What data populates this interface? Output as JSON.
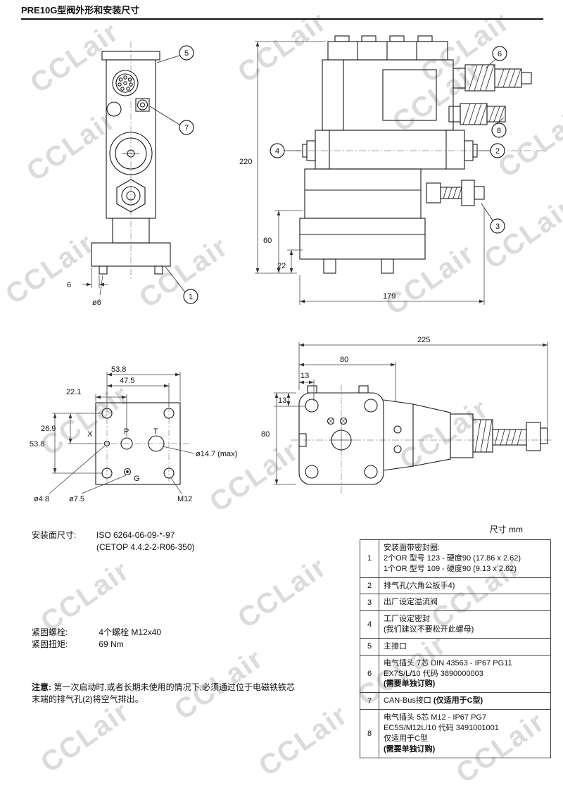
{
  "page": {
    "title": "PRE10G型阀外形和安装尺寸",
    "watermark": "CCLair"
  },
  "front_view": {
    "callout_5": "5",
    "callout_7": "7",
    "callout_1": "1",
    "dim_6": "6",
    "dim_d6": "ø6"
  },
  "side_view": {
    "callout_6": "6",
    "callout_8": "8",
    "callout_4": "4",
    "callout_2": "2",
    "callout_3": "3",
    "dim_220": "220",
    "dim_60": "60",
    "dim_22": "22",
    "dim_179": "179"
  },
  "mounting_face": {
    "dim_53_8_top": "53.8",
    "dim_47_5": "47.5",
    "dim_22_1": "22.1",
    "dim_26_9": "26.9",
    "dim_53_8_left": "53.8",
    "dim_d14_7": "ø14.7 (max)",
    "dim_d4_8": "ø4.8",
    "dim_d7_5": "ø7.5",
    "dim_m12": "M12",
    "port_x": "X",
    "port_p": "P",
    "port_t": "T",
    "port_g": "G"
  },
  "top_view": {
    "dim_225": "225",
    "dim_80_top": "80",
    "dim_13_top": "13",
    "dim_13_left": "13",
    "dim_80_left": "80"
  },
  "notes": {
    "mount_label": "安装面尺寸:",
    "mount_value_line1": "ISO 6264-06-09-*-97",
    "mount_value_line2": "(CETOP 4.4.2-2-R06-350)",
    "bolt_label": "紧固螺栓:",
    "bolt_value": "4个螺栓 M12x40",
    "torque_label": "紧固扭矩:",
    "torque_value": "69 Nm",
    "notice_label": "注意:",
    "notice_text": "第一次启动时,或者长期未使用的情况下,必须通过位于电磁铁铁芯末端的排气孔(2)将空气排出。"
  },
  "table": {
    "unit_label": "尺寸  mm",
    "rows": [
      {
        "num": "1",
        "l1": "安装面带密封圈:",
        "l2": "2个OR 型号 123 - 硬度90 (17.86 x 2.62)",
        "l3": "1个OR 型号 109 - 硬度90 (9.13 x 2.62)"
      },
      {
        "num": "2",
        "l1": "排气孔(六角公扳手4)"
      },
      {
        "num": "3",
        "l1": "出厂设定溢流阀"
      },
      {
        "num": "4",
        "l1": "工厂设定密封",
        "l2": "(我们建议不要松开此螺母)"
      },
      {
        "num": "5",
        "l1": "主接口"
      },
      {
        "num": "6",
        "l1": "电气插头 7芯  DIN 43563 - IP67 PG11",
        "l2": "EX7S/L/10 代码 3890000003",
        "l3": "(需要单独订购)"
      },
      {
        "num": "7",
        "l1": "CAN-Bus接口",
        "l2": "(仅适用于C型)"
      },
      {
        "num": "8",
        "l1": "电气插头 5芯  M12 - IP67 PG7",
        "l2": "EC5S/M12L/10 代码 3491001001",
        "l3": "仅适用于C型",
        "l4": "(需要单独订购)"
      }
    ]
  }
}
